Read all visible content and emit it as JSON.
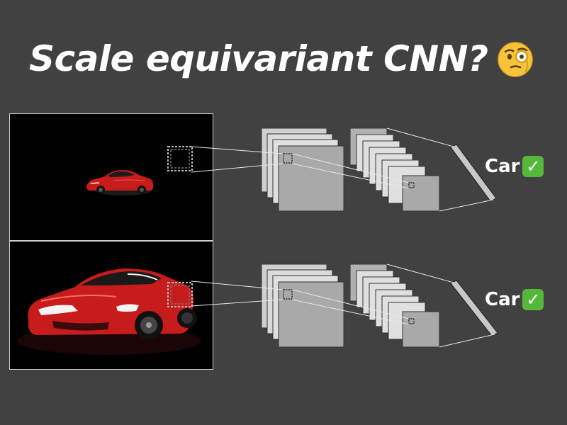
{
  "title": {
    "text": "Scale equivariant CNN?",
    "emoji_icon": "face-with-monocle-icon"
  },
  "rows": [
    {
      "image": "small-red-sports-car",
      "output_label": "Car",
      "check_icon": "check-mark-button-icon",
      "check_glyph": "✓"
    },
    {
      "image": "large-red-sports-car",
      "output_label": "Car",
      "check_icon": "check-mark-button-icon",
      "check_glyph": "✓"
    }
  ],
  "colors": {
    "background": "#414141",
    "feature_map_fill": "#a9a9a9",
    "feature_map_back": "#d0d0d0",
    "connector": "#e8e8e8",
    "car_red": "#c81b1b",
    "check_green": "#55b83a"
  }
}
